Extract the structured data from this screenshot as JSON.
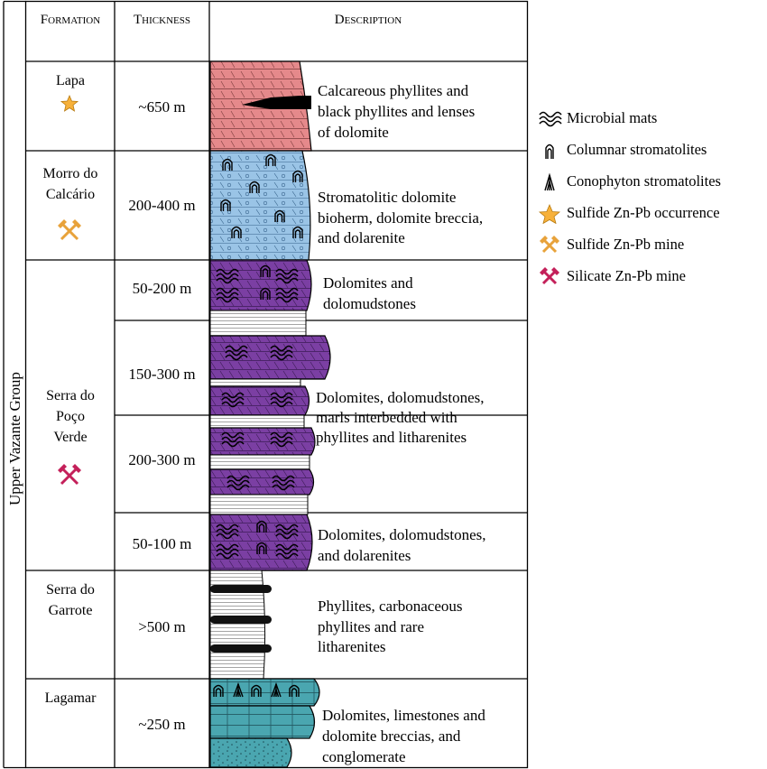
{
  "headers": {
    "formation": "Formation",
    "thickness": "Thickness",
    "description": "Description"
  },
  "group_label": "Upper Vazante Group",
  "formations": [
    {
      "name": [
        "Lapa"
      ],
      "symbol": "sulfide-occurrence"
    },
    {
      "name": [
        "Morro do",
        "Calcário"
      ],
      "symbol": "sulfide-mine"
    },
    {
      "name": [
        "Serra do",
        "Poço",
        "Verde"
      ],
      "symbol": "silicate-mine"
    },
    {
      "name": [
        "Serra do",
        "Garrote"
      ],
      "symbol": ""
    },
    {
      "name": [
        "Lagamar"
      ],
      "symbol": ""
    }
  ],
  "thickness": [
    "~650 m",
    "200-400 m",
    "50-200 m",
    "150-300 m",
    "200-300 m",
    "50-100 m",
    ">500 m",
    "~250 m"
  ],
  "descriptions": [
    [
      "Calcareous phyllites and",
      "black phyllites and lenses",
      "of dolomite"
    ],
    [
      "Stromatolitic dolomite",
      "bioherm, dolomite breccia,",
      "and dolarenite"
    ],
    [
      "Dolomites and",
      "dolomudstones"
    ],
    [
      "Dolomites, dolomudstones,",
      "marls interbedded with",
      "phyllites and litharenites"
    ],
    [
      "Dolomites, dolomudstones,",
      "and dolarenites"
    ],
    [
      "Phyllites, carbonaceous",
      "phyllites and rare",
      "litharenites"
    ],
    [
      "Dolomites, limestones and",
      "dolomite breccias, and",
      "conglomerate"
    ]
  ],
  "legend": [
    {
      "icon": "microbial-mats",
      "label": "Microbial mats"
    },
    {
      "icon": "columnar-stromatolite",
      "label": "Columnar stromatolites"
    },
    {
      "icon": "conophyton-stromatolite",
      "label": "Conophyton stromatolites"
    },
    {
      "icon": "sulfide-occurrence",
      "label": "Sulfide Zn-Pb occurrence"
    },
    {
      "icon": "sulfide-mine",
      "label": "Sulfide Zn-Pb mine"
    },
    {
      "icon": "silicate-mine",
      "label": "Silicate Zn-Pb mine"
    }
  ],
  "colors": {
    "phyllite_red": "#e5898b",
    "dolomite_blue": "#9ac4e6",
    "dolomite_purple": "#7b3fa3",
    "lagamar_teal": "#4aa6b0",
    "star": "#f7b13a",
    "sulfide_mine": "#e8a23a",
    "silicate_mine": "#c4205a"
  }
}
